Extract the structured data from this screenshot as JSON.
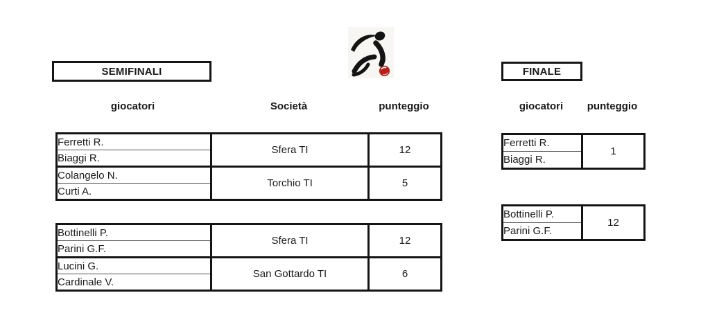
{
  "icon": {
    "name": "bocce-bowler-pictogram",
    "figure_color": "#141414",
    "ball_color": "#b5221b",
    "background": "#f7f6f2"
  },
  "semifinals": {
    "title": "SEMIFINALI",
    "columns": {
      "players": "giocatori",
      "club": "Società",
      "score": "punteggio"
    },
    "brackets": [
      {
        "matches": [
          {
            "players": [
              "Ferretti R.",
              "Biaggi R."
            ],
            "club": "Sfera TI",
            "score": "12"
          },
          {
            "players": [
              "Colangelo N.",
              "Curti A."
            ],
            "club": "Torchio TI",
            "score": "5"
          }
        ]
      },
      {
        "matches": [
          {
            "players": [
              "Bottinelli P.",
              "Parini G.F."
            ],
            "club": "Sfera TI",
            "score": "12"
          },
          {
            "players": [
              "Lucini G.",
              "Cardinale V."
            ],
            "club": "San Gottardo TI",
            "score": "6"
          }
        ]
      }
    ]
  },
  "final": {
    "title": "FINALE",
    "columns": {
      "players": "giocatori",
      "score": "punteggio"
    },
    "entries": [
      {
        "players": [
          "Ferretti R.",
          "Biaggi R."
        ],
        "score": "1"
      },
      {
        "players": [
          "Bottinelli P.",
          "Parini G.F."
        ],
        "score": "12"
      }
    ]
  }
}
